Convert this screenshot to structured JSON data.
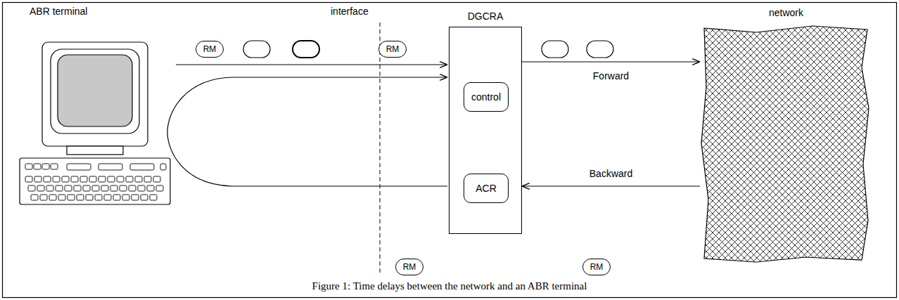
{
  "diagram": {
    "caption": "Figure 1: Time delays between the network and an ABR terminal",
    "nodes": [
      {
        "text": [
          "DGCRA"
        ]
      },
      {
        "text": [
          "control"
        ],
        "in": 0
      },
      {
        "text": [
          "ACR"
        ],
        "in": 0
      },
      {
        "text": [
          "network"
        ]
      },
      {
        "text": [
          "RM"
        ]
      },
      {
        "text": [
          "RM"
        ]
      },
      {
        "text": [
          "RM"
        ]
      },
      {
        "text": [
          "RM"
        ]
      }
    ],
    "edges": [
      {
        "from": 2,
        "to": 1,
        "arrow": "to"
      },
      {
        "from": 0,
        "to": 3,
        "label": "Forward",
        "arrow": "to"
      },
      {
        "from": 3,
        "to": 0,
        "label": "Backward",
        "arrow": "to"
      }
    ],
    "labels": [
      "ABR terminal",
      "interface"
    ]
  }
}
